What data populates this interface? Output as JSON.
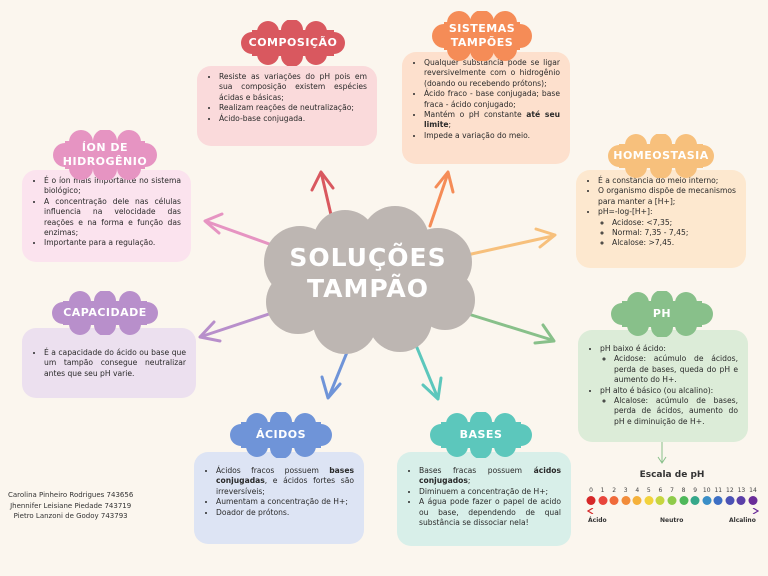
{
  "center": {
    "line1": "SOLUÇÕES",
    "line2": "TAMPÃO"
  },
  "colors": {
    "background": "#fbf6ee",
    "composicao": "#d9585f",
    "sistemas": "#f58c57",
    "homeostasia": "#f7c07c",
    "ph": "#88c08a",
    "bases": "#5cc7bc",
    "acidos": "#6f94d8",
    "capacidade": "#b88fcb",
    "ion": "#e694c2",
    "center_cloud": "#bdb6b2"
  },
  "composicao": {
    "title": "COMPOSIÇÃO",
    "items": [
      "Resiste as variações do pH pois em sua composição existem espécies ácidas e básicas;",
      "Realizam reações de neutralização;",
      "Ácido-base conjugada."
    ]
  },
  "sistemas": {
    "title_line1": "SISTEMAS",
    "title_line2": "TAMPÕES",
    "items": [
      "Qualquer substância pode se ligar reversivelmente com o hidrogênio (doando ou recebendo prótons);",
      "Ácido fraco - base conjugada; base fraca - ácido conjugado;",
      "Impede a variação do meio."
    ],
    "item3_pre": "Mantém o pH constante ",
    "item3_bold": "até seu limite",
    "item3_post": ";"
  },
  "ion": {
    "title_line1": "ÍON DE",
    "title_line2": "HIDROGÊNIO",
    "items": [
      "É o íon mais importante no sistema biológico;",
      "A concentração dele nas células influencia na velocidade das reações e na forma e função das enzimas;",
      "Importante para a regulação."
    ]
  },
  "homeostasia": {
    "title": "HOMEOSTASIA",
    "items": [
      "É a constância do meio interno;",
      "O organismo dispõe de mecanismos para manter a [H+];",
      "pH=-log-[H+]:"
    ],
    "subitems": [
      "Acidose: <7,35;",
      "Normal: 7,35 - 7,45;",
      "Alcalose: >7,45."
    ]
  },
  "capacidade": {
    "title": "CAPACIDADE",
    "items": [
      "É a capacidade do ácido ou base que um tampão consegue neutralizar antes que seu pH varie."
    ]
  },
  "ph": {
    "title": "PH",
    "item1": "pH baixo é ácido:",
    "sub1": "Acidose: acúmulo de ácidos, perda de bases, queda do pH e aumento do H+.",
    "item2": "pH alto é básico (ou alcalino):",
    "sub2": "Alcalose: acúmulo de bases, perda de ácidos, aumento do pH e diminuição de H+."
  },
  "acidos": {
    "title": "ÁCIDOS",
    "item1_pre": "Ácidos fracos possuem ",
    "item1_bold": "bases conjugadas",
    "item1_post": ", e ácidos fortes são irreversíveis;",
    "items": [
      "Aumentam a concentração de H+;",
      "Doador de prótons."
    ]
  },
  "bases": {
    "title": "BASES",
    "item1_pre": "Bases fracas possuem ",
    "item1_bold": "ácidos conjugados",
    "item1_post": ";",
    "items": [
      "Diminuem a concentração de H+;",
      "A água pode fazer o papel de acido ou base, dependendo de qual substância se dissociar nela!"
    ]
  },
  "authors": [
    "Carolina Pinheiro Rodrigues 743656",
    "Jhennifer Leisiane Piedade 743719",
    "Pietro Lanzoni de Godoy 743793"
  ],
  "ph_scale": {
    "title": "Escala de pH",
    "numbers": [
      "0",
      "1",
      "2",
      "3",
      "4",
      "5",
      "6",
      "7",
      "8",
      "9",
      "10",
      "11",
      "12",
      "13",
      "14"
    ],
    "colors": [
      "#d62728",
      "#e8453c",
      "#f06a3a",
      "#f28c3a",
      "#f5b13b",
      "#f2d23c",
      "#c7d63f",
      "#8fcb4a",
      "#4fb85a",
      "#36a88a",
      "#3b8fc7",
      "#3d6fc4",
      "#4b52b5",
      "#5b3fa8",
      "#6a2c99"
    ],
    "labels": {
      "acid": "Ácido",
      "neutral": "Neutro",
      "alkaline": "Alcalino"
    }
  }
}
